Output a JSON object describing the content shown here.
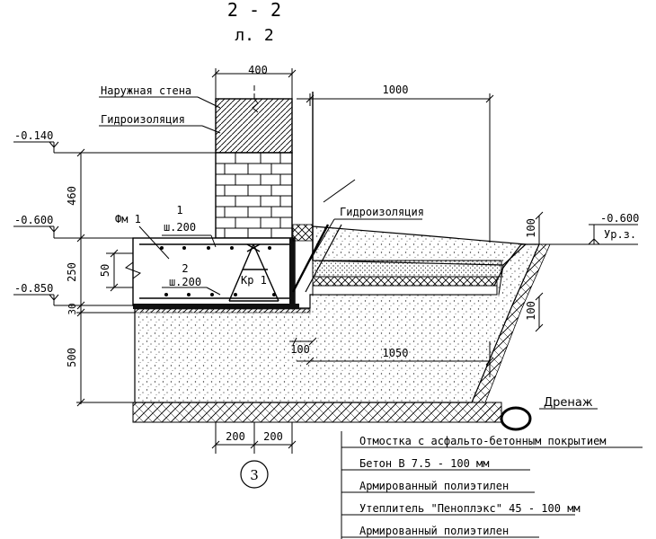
{
  "header": {
    "section": "2 - 2",
    "sheet": "л. 2"
  },
  "dimensions": {
    "wall_width": "400",
    "blind_area_width": "1000",
    "wall_height": "460",
    "slab_height": "250",
    "slab_inner": "50",
    "prep_layer": "30",
    "cushion_height": "500",
    "insulation_offset": "100",
    "insulation_width": "1050",
    "blind_area_thickness": "100",
    "slope_offset": "100",
    "bottom_left": "200",
    "bottom_right": "200"
  },
  "levels": {
    "top": "-0.140",
    "mid": "-0.600",
    "bottom": "-0.850",
    "ground": "-0.600",
    "ground_note": "Ур.з."
  },
  "labels": {
    "outer_wall": "Наружная стена",
    "waterproofing_top": "Гидроизоляция",
    "waterproofing_side": "Гидроизоляция",
    "fm": "Фм 1",
    "rebar1_num": "1",
    "rebar1_step": "ш.200",
    "rebar2_num": "2",
    "rebar2_step": "ш.200",
    "frame": "Кр 1",
    "drainage": "Дренаж",
    "node": "3"
  },
  "legend": [
    "Отмостка с асфальто-бетонным покрытием",
    "Бетон В 7.5 - 100 мм",
    "Армированный полиэтилен",
    "Утеплитель \"Пеноплэкс\" 45 - 100 мм",
    "Армированный полиэтилен"
  ]
}
